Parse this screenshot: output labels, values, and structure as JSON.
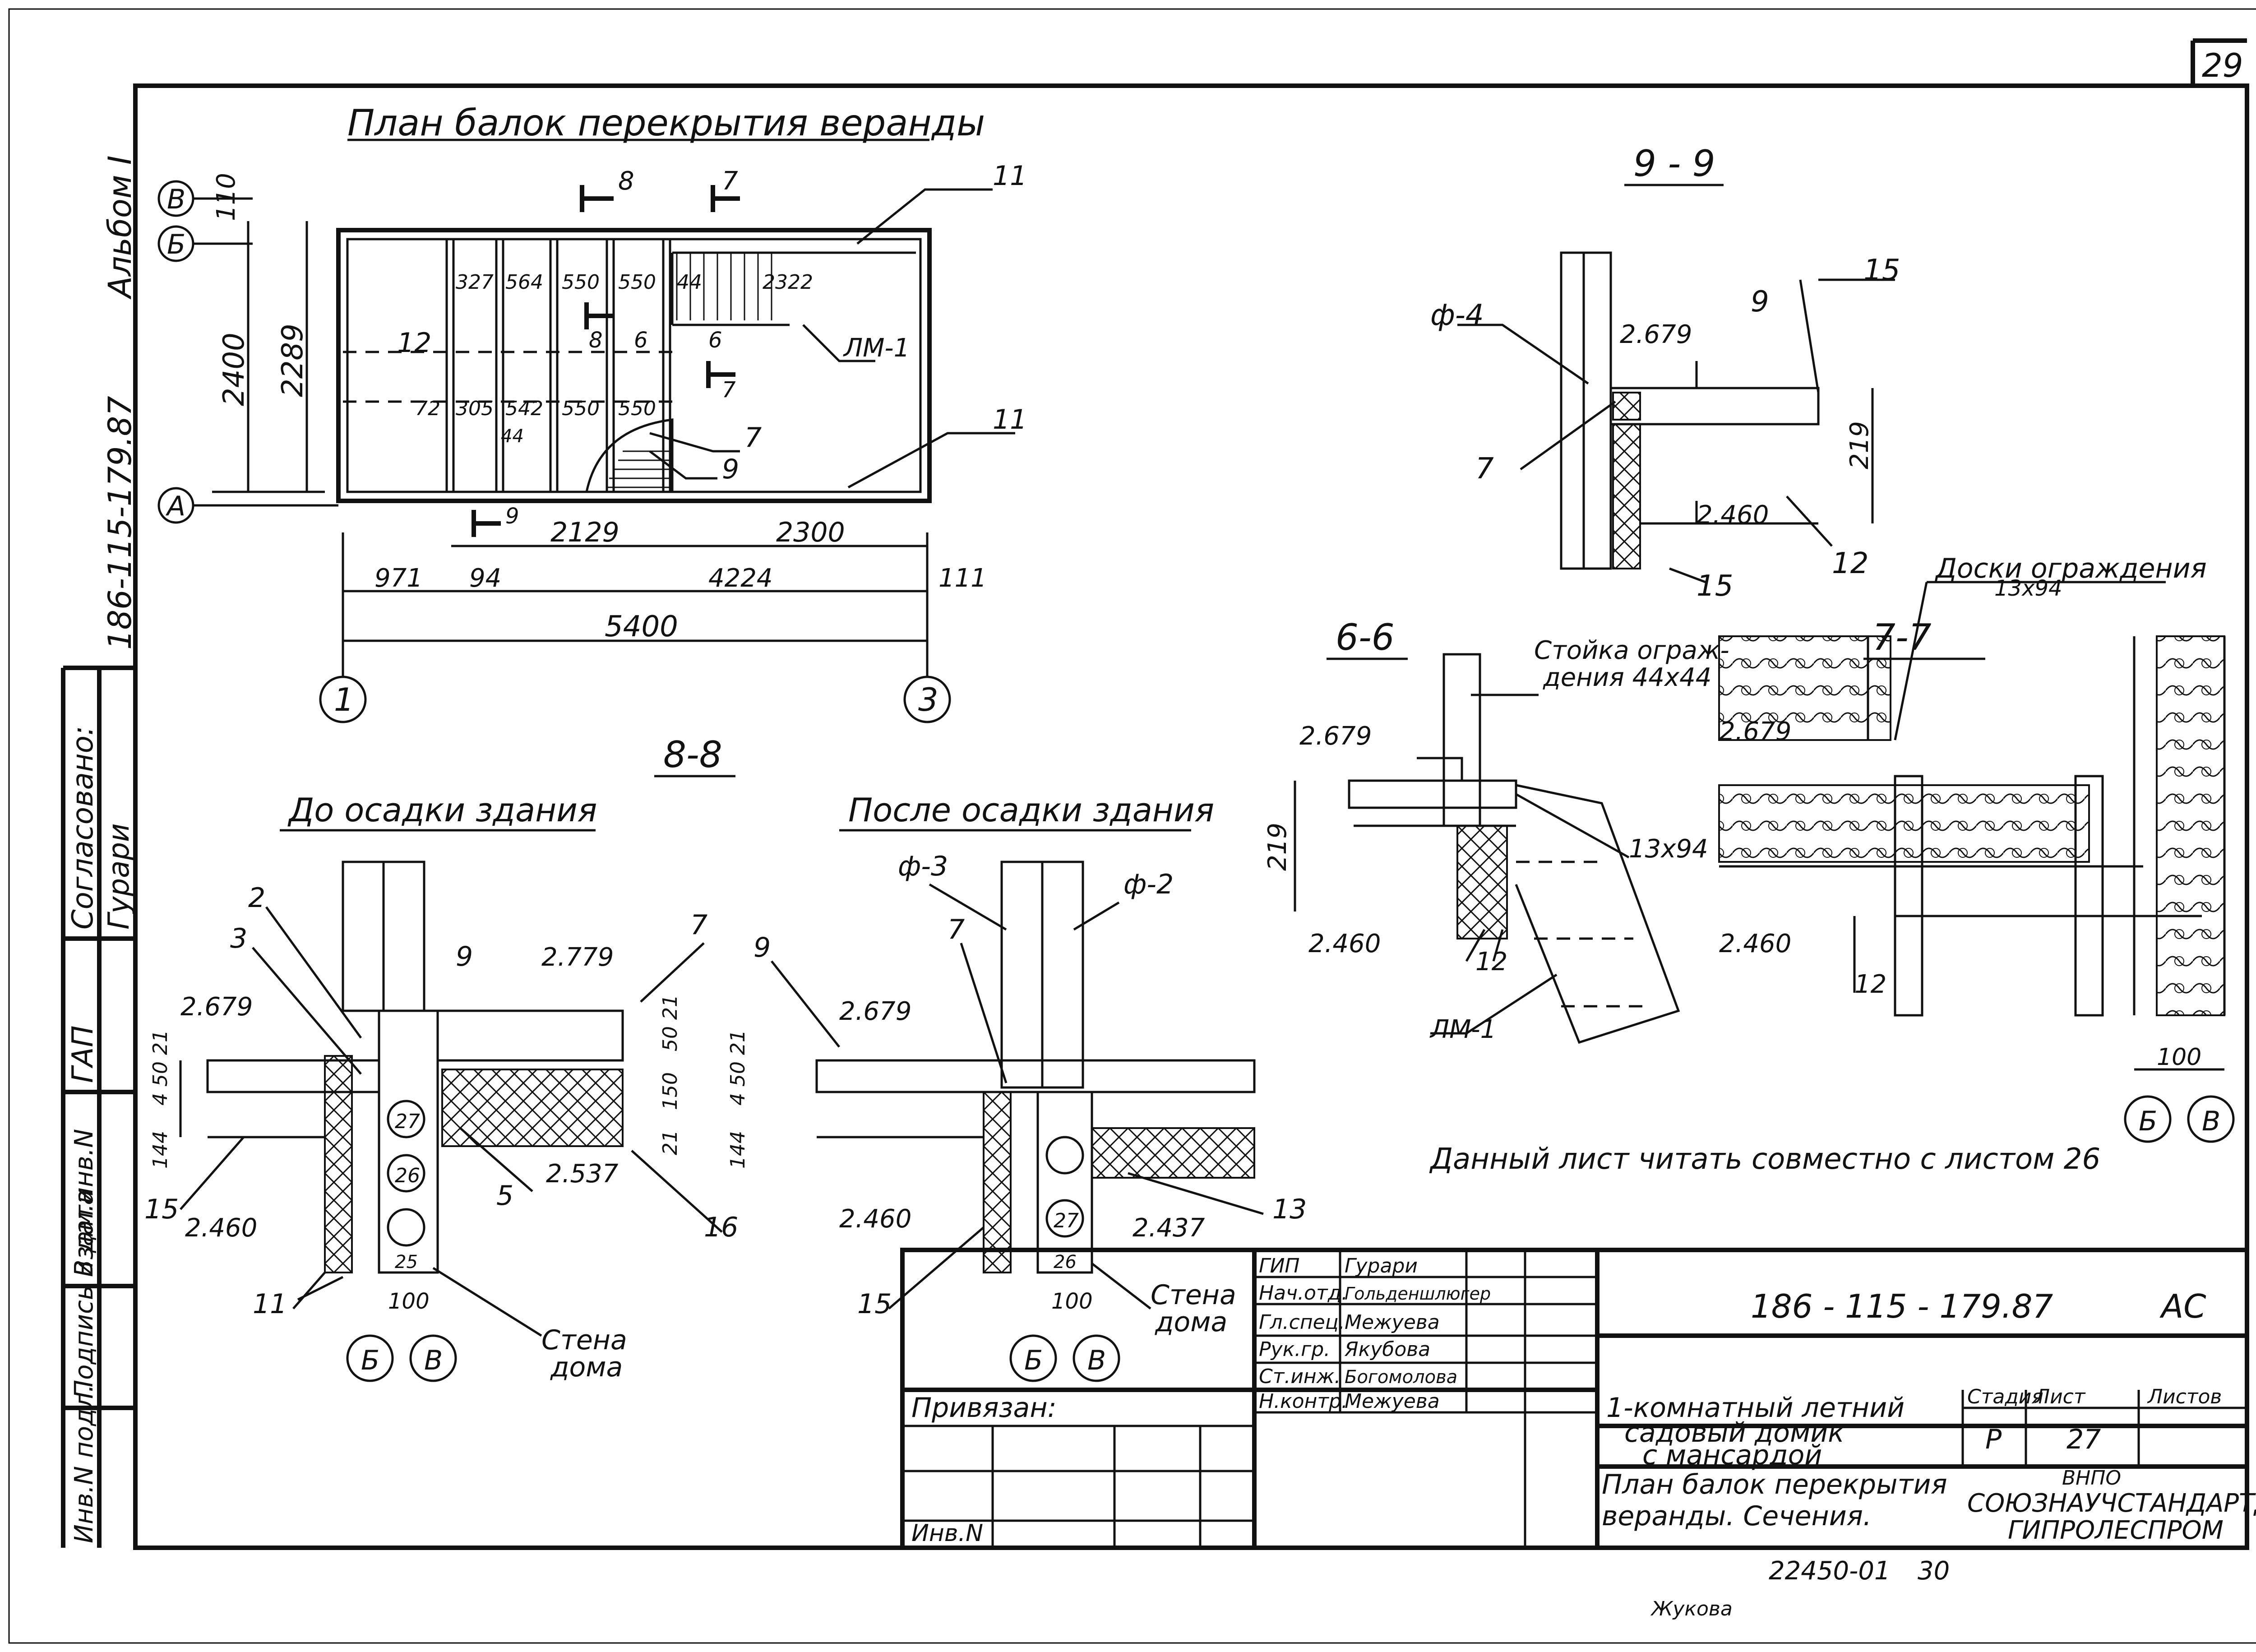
{
  "sheet": {
    "page_number": "29",
    "signature_bottom": "Жукова",
    "archive_number": "22450-01",
    "archive_page": "30"
  },
  "side_strip": {
    "album": "Альбом I",
    "code": "186-115-179.87",
    "agreed": "Согласовано:",
    "gap": "ГАП",
    "gap_name": "Гурари",
    "inv_podl": "Инв.N подл.",
    "sign_date": "Подпись и дата",
    "vzam": "Взам.инв.N"
  },
  "plan": {
    "title": "План балок перекрытия веранды",
    "axes": {
      "v": "В",
      "b": "Б",
      "a": "А",
      "ax1": "1",
      "ax3": "3"
    },
    "dims": {
      "d110": "110",
      "d2400": "2400",
      "d2289": "2289",
      "d2129": "2129",
      "d2300": "2300",
      "d971": "971",
      "d94": "94",
      "d4224": "4224",
      "d111": "111",
      "d5400": "5400",
      "s327": "327",
      "s564": "564",
      "s550a": "550",
      "s550b": "550",
      "s44a": "44",
      "s2322": "2322",
      "s72": "72",
      "s305": "305",
      "s542": "542",
      "s550c": "550",
      "s550d": "550",
      "s44b": "44"
    },
    "cuts": {
      "c8a": "8",
      "c7a": "7",
      "c8b": "8",
      "c6": "6",
      "c6b": "6",
      "c7b": "7",
      "c9": "9"
    },
    "marks": {
      "m11a": "11",
      "m11b": "11",
      "m12": "12",
      "mlm1": "ЛМ-1",
      "m7": "7",
      "m9": "9"
    }
  },
  "sec99": {
    "title": "9 - 9",
    "f4": "ф-4",
    "m9": "9",
    "m15a": "15",
    "m7": "7",
    "m12": "12",
    "m15b": "15",
    "e2679": "2.679",
    "e2460": "2.460",
    "d219": "219"
  },
  "sec66": {
    "title": "6-6",
    "post": "Стойка ограж-",
    "post2": "дения 44x44",
    "e2679": "2.679",
    "d219": "219",
    "e2460": "2.460",
    "m12": "12",
    "mlm1": "ЛМ-1",
    "board": "13x94"
  },
  "sec77": {
    "title": "7-7",
    "boards": "Доски ограждения",
    "boards2": "13x94",
    "e2679": "2.679",
    "e2460": "2.460",
    "m12": "12",
    "d100": "100",
    "axb": "Б",
    "axv": "В"
  },
  "sec88": {
    "title": "8-8",
    "before": "До осадки здания",
    "after": "После осадки здания",
    "b_e2679": "2.679",
    "b_e2460": "2.460",
    "b_e2779": "2.779",
    "b_e2537": "2.537",
    "b_m2": "2",
    "b_m3": "3",
    "b_m9": "9",
    "b_m7": "7",
    "b_m5": "5",
    "b_m15": "15",
    "b_m16": "16",
    "b_m11": "11",
    "b_d450": "4 50 21",
    "b_d144": "144",
    "b_d450r": "50 21",
    "b_d150": "150",
    "b_d21": "21",
    "b_m27": "27",
    "b_m26": "26",
    "b_m25": "25",
    "b_d100": "100",
    "b_wall": "Стена",
    "b_wall2": "дома",
    "b_axb": "Б",
    "b_axv": "В",
    "a_f3": "ф-3",
    "a_f2": "ф-2",
    "a_m7": "7",
    "a_m9": "9",
    "a_m13": "13",
    "a_m15": "15",
    "a_e2679": "2.679",
    "a_e2460": "2.460",
    "a_e2437": "2.437",
    "a_d450": "4 50 21",
    "a_d144": "144",
    "a_m27": "27",
    "a_m26": "26",
    "a_d100": "100",
    "a_wall": "Стена",
    "a_wall2": "дома",
    "a_axb": "Б",
    "a_axv": "В"
  },
  "note": "Данный лист читать совместно с листом 26",
  "stamp": {
    "doc_code": "186 - 115 - 179.87",
    "mark": "АС",
    "roles": [
      "ГИП",
      "Нач.отд.",
      "Гл.спец.",
      "Рук.гр.",
      "Ст.инж.",
      "Н.контр."
    ],
    "names": [
      "Гурари",
      "Гольденшлюгер",
      "Межуева",
      "Якубова",
      "Богомолова",
      "Межуева"
    ],
    "privyazan": "Привязан:",
    "inv": "Инв.N",
    "title1": "1-комнатный летний",
    "title2": "садовый домик",
    "title3": "с мансардой",
    "sheet1": "План балок перекрытия",
    "sheet2": "веранды. Сечения.",
    "stadia_h": "Стадия",
    "list_h": "Лист",
    "listov_h": "Листов",
    "stadia": "Р",
    "list": "27",
    "org1": "ВНПО",
    "org2": "СОЮЗНАУЧСТАНДАРТДОМ",
    "org3": "ГИПРОЛЕСПРОМ"
  }
}
